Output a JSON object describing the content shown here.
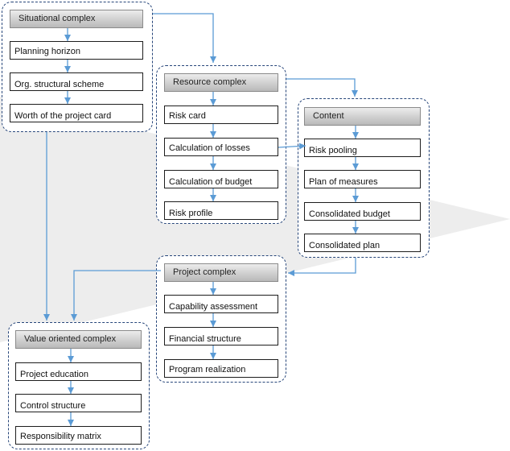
{
  "situational": {
    "title": "Situational complex",
    "items": [
      "Planning horizon",
      "Org. structural scheme",
      "Worth of the project card"
    ]
  },
  "resource": {
    "title": "Resource complex",
    "items": [
      "Risk card",
      "Calculation of losses",
      "Calculation of budget",
      "Risk profile"
    ]
  },
  "content": {
    "title": "Content",
    "items": [
      "Risk pooling",
      "Plan of measures",
      "Consolidated budget",
      "Consolidated plan"
    ]
  },
  "project": {
    "title": "Project complex",
    "items": [
      "Capability assessment",
      "Financial structure",
      "Program realization"
    ]
  },
  "value": {
    "title": "Value oriented complex",
    "items": [
      "Project education",
      "Control structure",
      "Responsibility matrix"
    ]
  },
  "colors": {
    "arrow": "#5b9bd5",
    "group_border": "#27467a"
  }
}
